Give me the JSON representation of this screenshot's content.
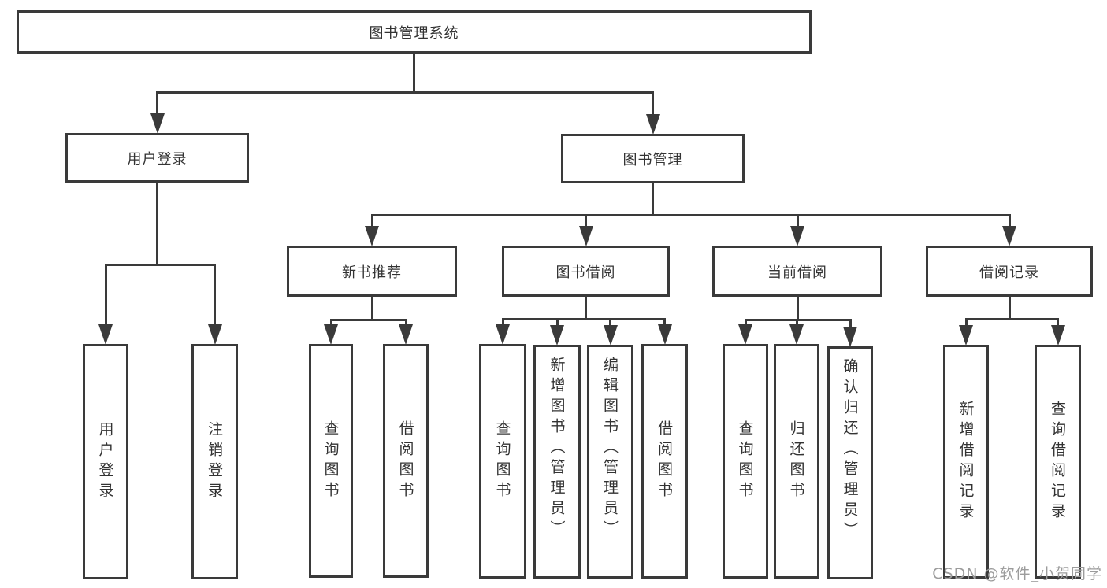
{
  "diagram": {
    "title": "图书管理系统",
    "ink_color": "#3a3a3a",
    "text_color": "#333333",
    "background_color": "#ffffff",
    "nodes": [
      {
        "id": "root",
        "label": "图书管理系统",
        "orientation": "horizontal"
      },
      {
        "id": "login",
        "label": "用户登录",
        "orientation": "horizontal"
      },
      {
        "id": "mgmt",
        "label": "图书管理",
        "orientation": "horizontal"
      },
      {
        "id": "newbook",
        "label": "新书推荐",
        "orientation": "horizontal"
      },
      {
        "id": "bookborrow",
        "label": "图书借阅",
        "orientation": "horizontal"
      },
      {
        "id": "currentborrow",
        "label": "当前借阅",
        "orientation": "horizontal"
      },
      {
        "id": "records",
        "label": "借阅记录",
        "orientation": "horizontal"
      },
      {
        "id": "user-login",
        "label": "用户登录",
        "orientation": "vertical"
      },
      {
        "id": "logout",
        "label": "注销登录",
        "orientation": "vertical"
      },
      {
        "id": "nb-query",
        "label": "查询图书",
        "orientation": "vertical"
      },
      {
        "id": "nb-borrow",
        "label": "借阅图书",
        "orientation": "vertical"
      },
      {
        "id": "bb-query",
        "label": "查询图书",
        "orientation": "vertical"
      },
      {
        "id": "bb-add",
        "label": "新增图书（管理员）",
        "orientation": "vertical"
      },
      {
        "id": "bb-edit",
        "label": "编辑图书（管理员）",
        "orientation": "vertical"
      },
      {
        "id": "bb-borrow",
        "label": "借阅图书",
        "orientation": "vertical"
      },
      {
        "id": "cb-query",
        "label": "查询图书",
        "orientation": "vertical"
      },
      {
        "id": "cb-return",
        "label": "归还图书",
        "orientation": "vertical"
      },
      {
        "id": "cb-confirm",
        "label": "确认归还（管理员）",
        "orientation": "vertical"
      },
      {
        "id": "rec-add",
        "label": "新增借阅记录",
        "orientation": "vertical"
      },
      {
        "id": "rec-query",
        "label": "查询借阅记录",
        "orientation": "vertical"
      }
    ],
    "edges": [
      {
        "from": "root",
        "to": [
          "login",
          "mgmt"
        ]
      },
      {
        "from": "login",
        "to": [
          "user-login",
          "logout"
        ]
      },
      {
        "from": "mgmt",
        "to": [
          "newbook",
          "bookborrow",
          "currentborrow",
          "records"
        ]
      },
      {
        "from": "newbook",
        "to": [
          "nb-query",
          "nb-borrow"
        ]
      },
      {
        "from": "bookborrow",
        "to": [
          "bb-query",
          "bb-add",
          "bb-edit",
          "bb-borrow"
        ]
      },
      {
        "from": "currentborrow",
        "to": [
          "cb-query",
          "cb-return",
          "cb-confirm"
        ]
      },
      {
        "from": "records",
        "to": [
          "rec-add",
          "rec-query"
        ]
      }
    ]
  },
  "watermark": {
    "text": "CSDN @软件_小贺同学",
    "color": "#9c9c9c"
  }
}
